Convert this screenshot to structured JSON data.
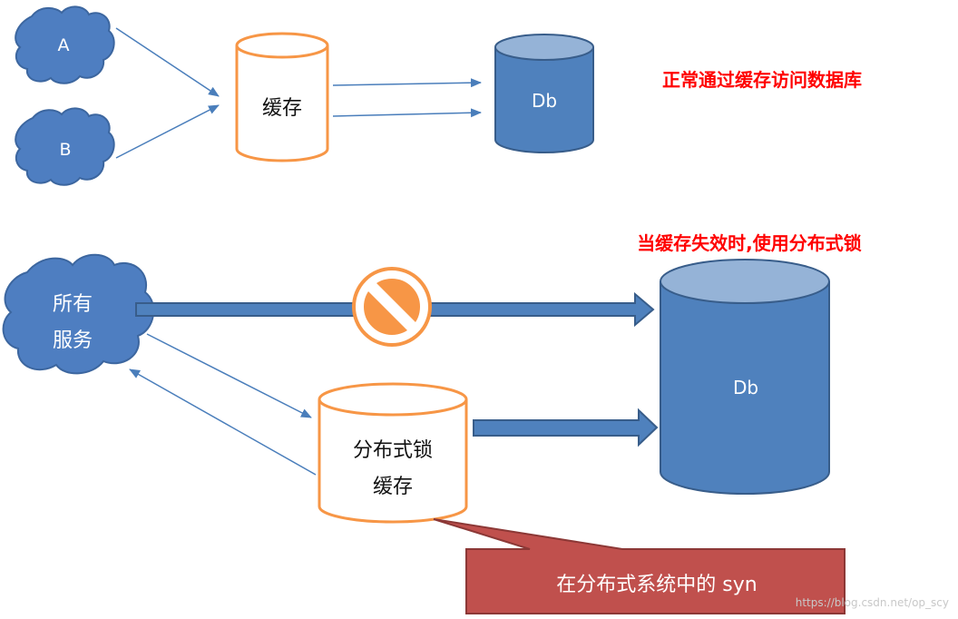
{
  "colors": {
    "cloud_fill": "#4e7ec1",
    "cloud_stroke": "#3c669f",
    "db_fill": "#4f81bd",
    "db_top": "#95b3d7",
    "db_stroke": "#385d8a",
    "cache_stroke": "#f79646",
    "arrow_line": "#4a7ebb",
    "block_arrow_fill": "#4f81bd",
    "no_symbol_stroke": "#f79646",
    "title_red": "#ff0000",
    "callout_fill": "#c0504d",
    "callout_stroke": "#8c3836"
  },
  "top": {
    "client_a": "A",
    "client_b": "B",
    "cache_label": "缓存",
    "db_label": "Db",
    "title": "正常通过缓存访问数据库"
  },
  "bottom": {
    "title": "当缓存失效时,使用分布式锁",
    "services_line1": "所有",
    "services_line2": "服务",
    "lock_cache_line1": "分布式锁",
    "lock_cache_line2": "缓存",
    "db_label": "Db",
    "callout": "在分布式系统中的 syn",
    "blocked_icon": "no-entry-icon"
  },
  "watermark": "https://blog.csdn.net/op_scy"
}
